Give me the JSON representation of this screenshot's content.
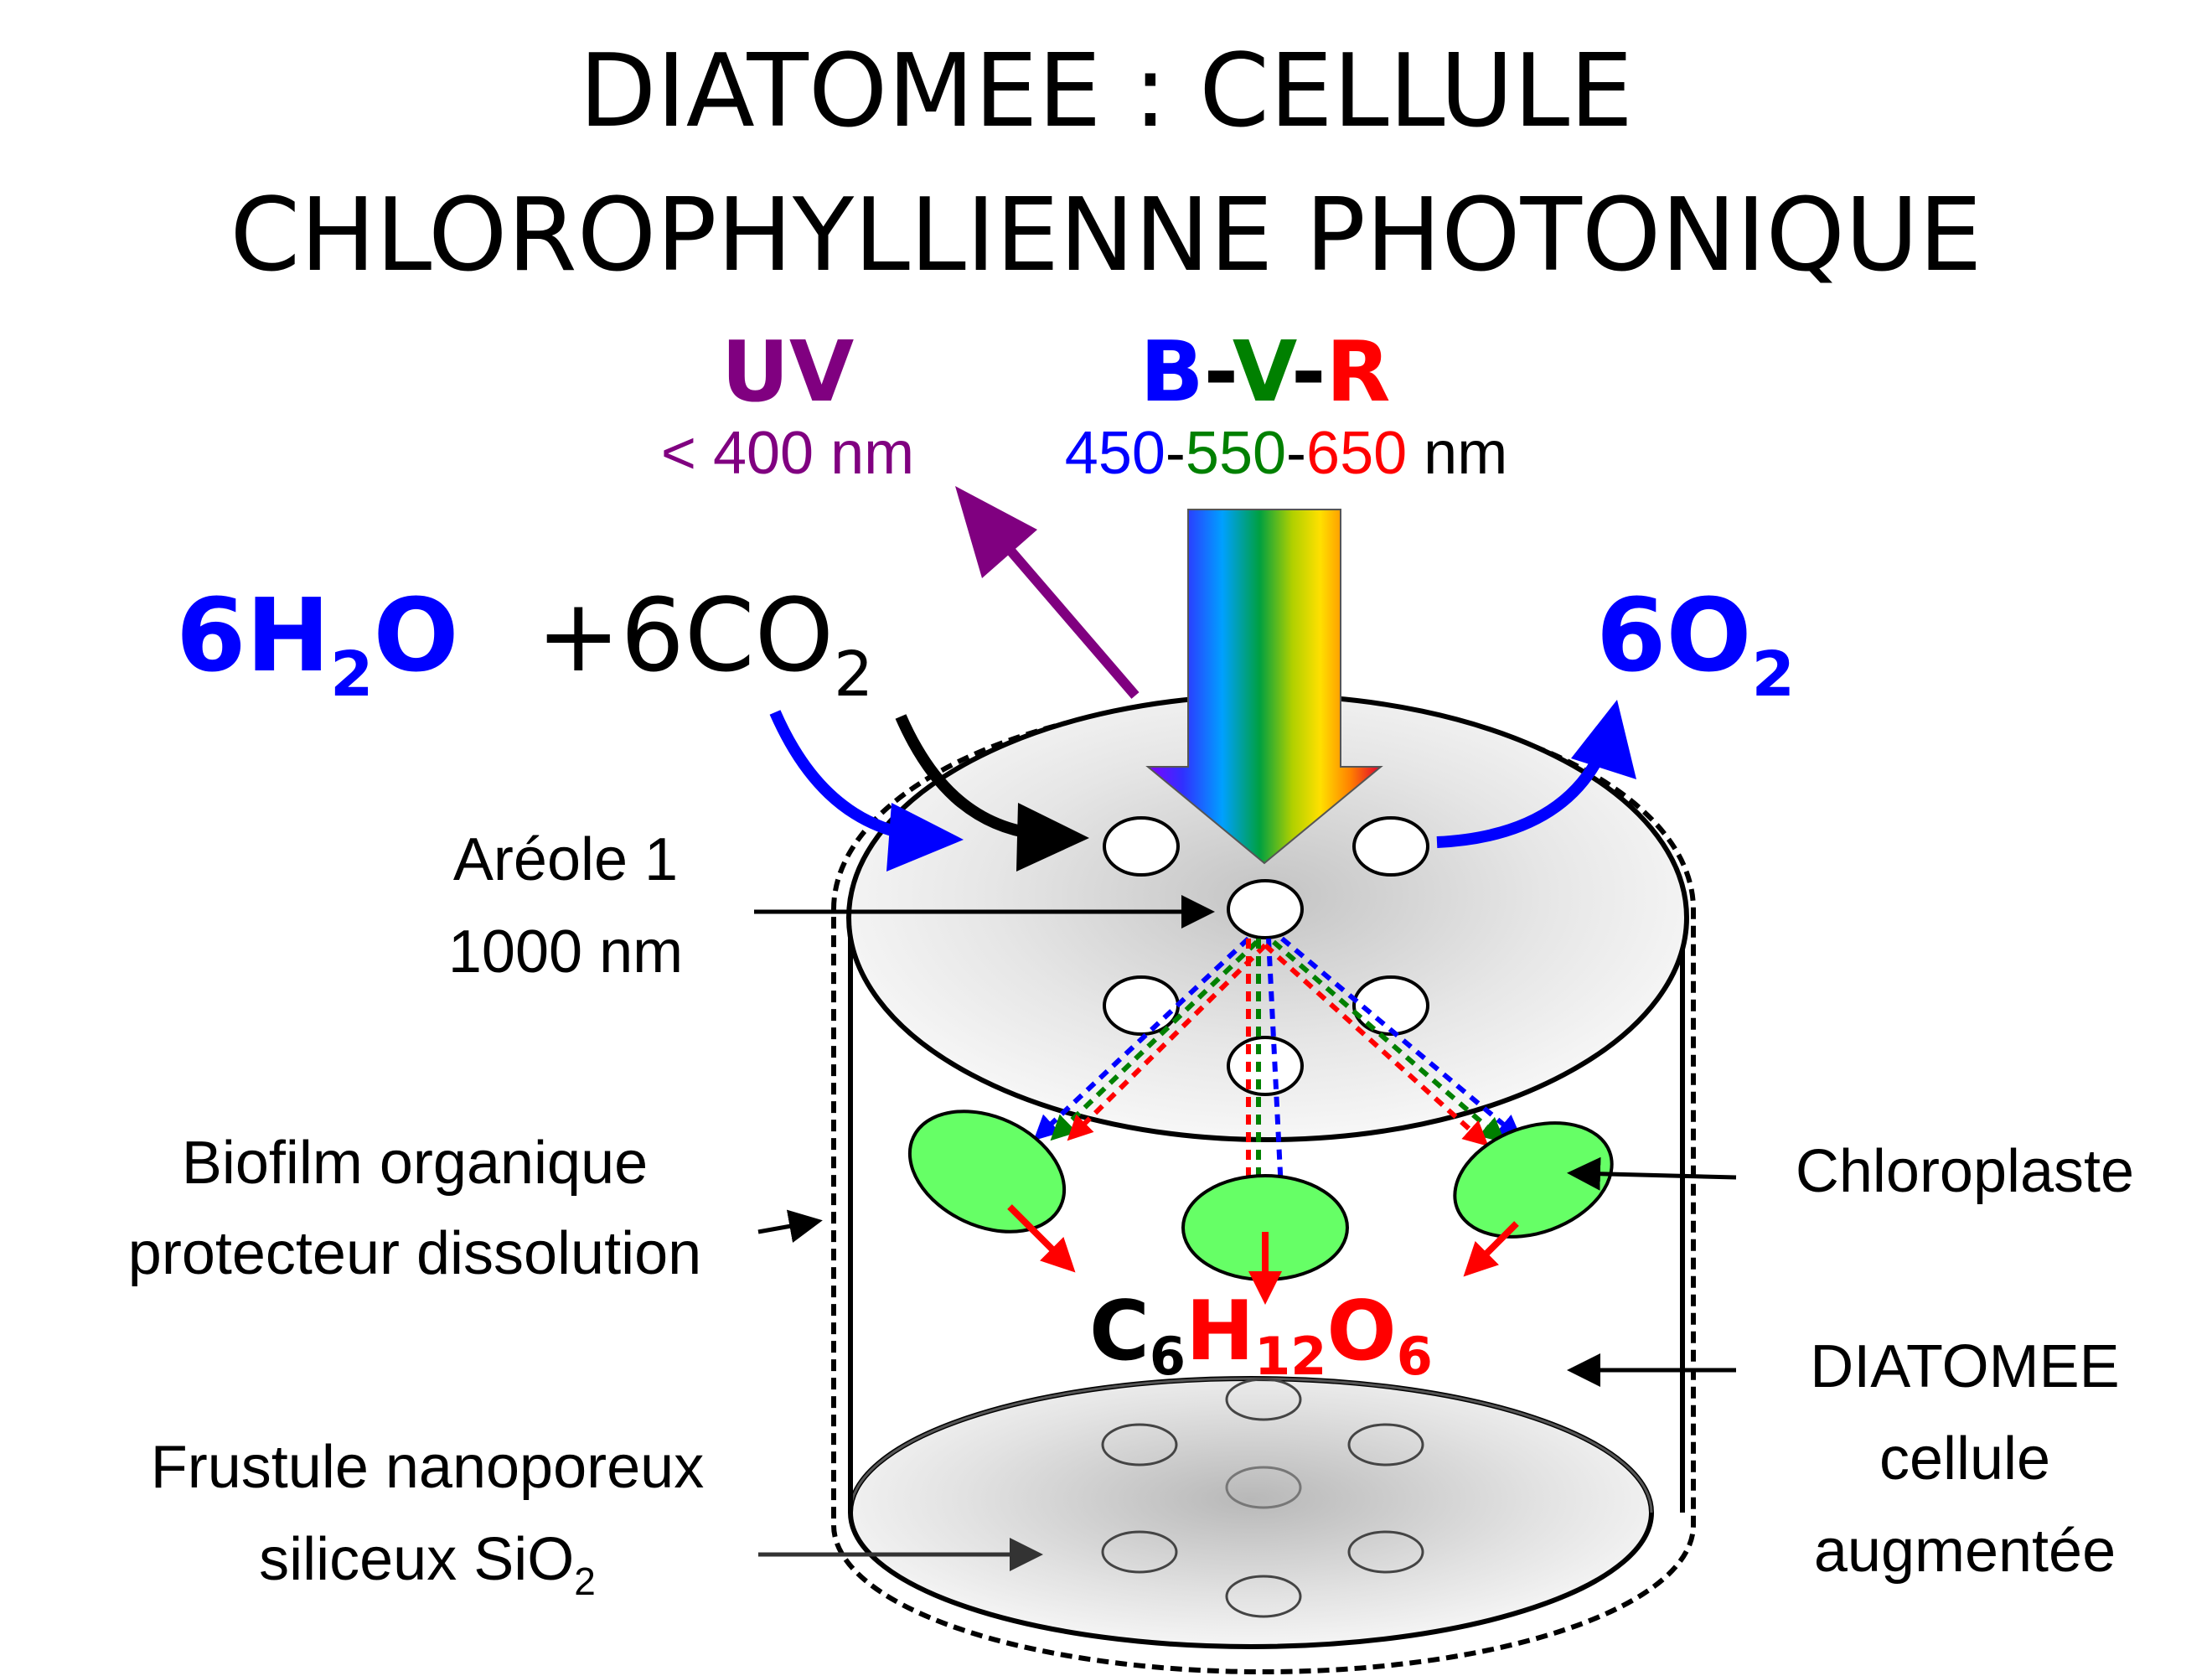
{
  "title": {
    "line1": "DIATOMEE : CELLULE",
    "line2": "CHLOROPHYLLIENNE PHOTONIQUE"
  },
  "light": {
    "uv": {
      "label": "UV",
      "wavelength": "< 400 nm",
      "color": "#800080"
    },
    "visible": {
      "b": "B",
      "sep1": "-",
      "v": "V",
      "sep2": "-",
      "r": "R",
      "wl_b": "450",
      "wl_sep1": "-",
      "wl_v": "550",
      "wl_sep2": "-",
      "wl_r": "650",
      "wl_unit": " nm",
      "color_b": "#0000ff",
      "color_v": "#008000",
      "color_r": "#ff0000"
    }
  },
  "reactants": {
    "water": {
      "coef": "6H",
      "sub": "2",
      "tail": "O",
      "color": "#0000ff"
    },
    "co2": {
      "coef": "+6CO",
      "sub": "2",
      "color": "#000000"
    }
  },
  "product_oxygen": {
    "coef": "6O",
    "sub": "2",
    "color": "#0000ff"
  },
  "glucose": {
    "c": "C",
    "c_sub": "6",
    "h": "H",
    "h_sub": "12",
    "o": "O",
    "o_sub": "6",
    "color_c": "#000000",
    "color_ho": "#ff0000"
  },
  "labels": {
    "areole_line1": "Aréole 1",
    "areole_line2": "1000 nm",
    "biofilm_line1": "Biofilm organique",
    "biofilm_line2": "protecteur dissolution",
    "frustule_line1": "Frustule nanoporeux",
    "frustule_line2": "siliceux SiO",
    "frustule_sub": "2",
    "chloroplaste": "Chloroplaste",
    "cell_line1": "DIATOMEE",
    "cell_line2": "cellule",
    "cell_line3": "augmentée"
  },
  "colors": {
    "chloroplast_fill": "#66ff66",
    "arrow_red": "#ff0000",
    "arrow_blue": "#0000ff",
    "arrow_green": "#008000"
  }
}
